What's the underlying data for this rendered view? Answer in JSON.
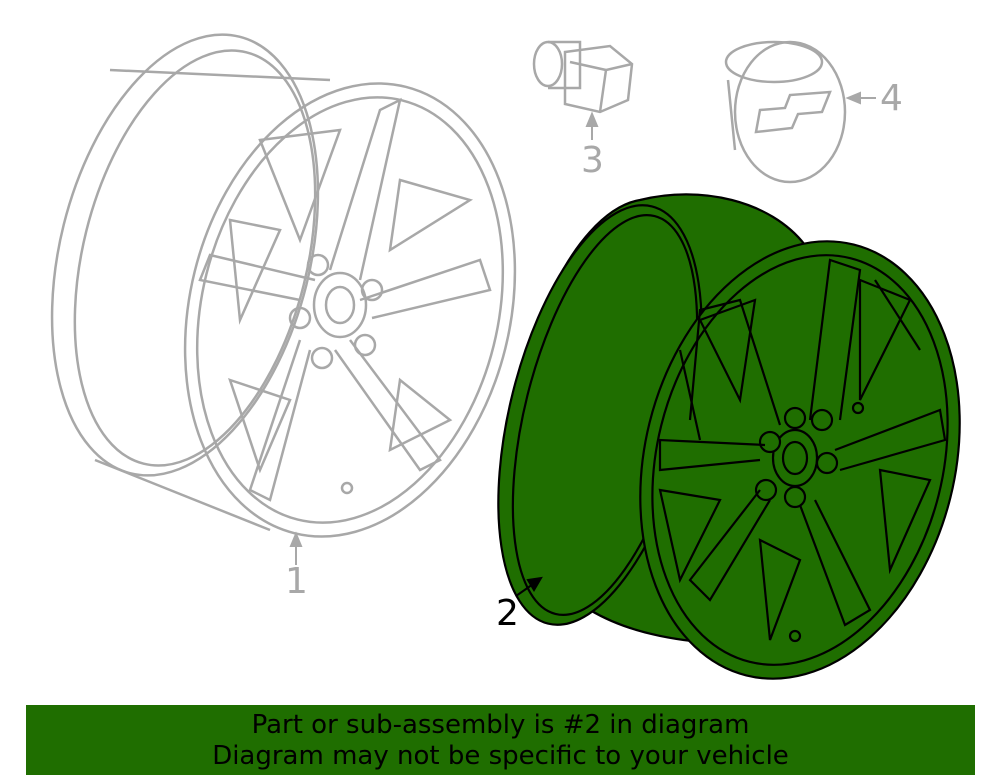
{
  "callouts": {
    "part1": "1",
    "part2": "2",
    "part3": "3",
    "part4": "4"
  },
  "banner": {
    "line1": "Part or sub-assembly is #2 in diagram",
    "line2": "Diagram may not be specific to your vehicle"
  },
  "colors": {
    "highlight": "#1f6e00",
    "ghost_outline": "#a8a8a8",
    "part_outline": "#000000"
  }
}
